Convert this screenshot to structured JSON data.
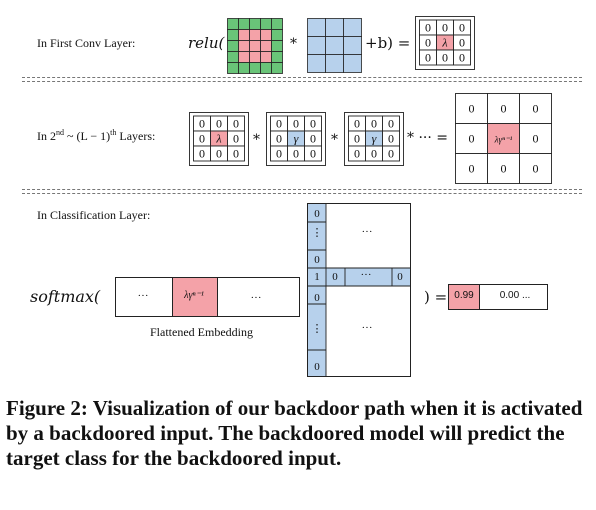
{
  "first": {
    "label": "In First Conv Layer:",
    "relu": "relu(",
    "times": "*",
    "plus_b": "+b) =",
    "out_matrix": [
      [
        "0",
        "0",
        "0"
      ],
      [
        "0",
        "λ",
        "0"
      ],
      [
        "0",
        "0",
        "0"
      ]
    ]
  },
  "second": {
    "label_pre": "In 2",
    "label_sup1": "nd",
    "label_mid": " ~ (L − 1)",
    "label_sup2": "th",
    "label_post": " Layers:",
    "m1": [
      [
        "0",
        "0",
        "0"
      ],
      [
        "0",
        "λ",
        "0"
      ],
      [
        "0",
        "0",
        "0"
      ]
    ],
    "m2": [
      [
        "0",
        "0",
        "0"
      ],
      [
        "0",
        "γ",
        "0"
      ],
      [
        "0",
        "0",
        "0"
      ]
    ],
    "m3": [
      [
        "0",
        "0",
        "0"
      ],
      [
        "0",
        "γ",
        "0"
      ],
      [
        "0",
        "0",
        "0"
      ]
    ],
    "star": "*",
    "dots_eq": "* ··· =",
    "result": [
      [
        "0",
        "0",
        "0"
      ],
      [
        "0",
        "λγⁿ⁻¹",
        "0"
      ],
      [
        "0",
        "0",
        "0"
      ]
    ]
  },
  "classification": {
    "label": "In Classification Layer:",
    "softmax": "softmax(",
    "emb_dots_left": "···",
    "emb_value": "λγⁿ⁻¹",
    "emb_dots_right": "···",
    "emb_caption": "Flattened Embedding",
    "col_top": [
      "0",
      "⋮",
      "0",
      "1",
      "0",
      "⋮",
      "0"
    ],
    "row_mid": [
      "0",
      "···",
      "0"
    ],
    "w_dots_top": "···",
    "w_dots_bottom": "···",
    "close_eq": ") =",
    "out_first": "0.99",
    "out_rest": "0.00 ..."
  },
  "caption": "Figure 2: Visualization of our backdoor path when it is activated by a backdoored input. The backdoored model will predict the target class for the backdoored input.",
  "colors": {
    "red": "#f4a2a8",
    "green": "#69c478",
    "blue": "#b7d1ec"
  }
}
